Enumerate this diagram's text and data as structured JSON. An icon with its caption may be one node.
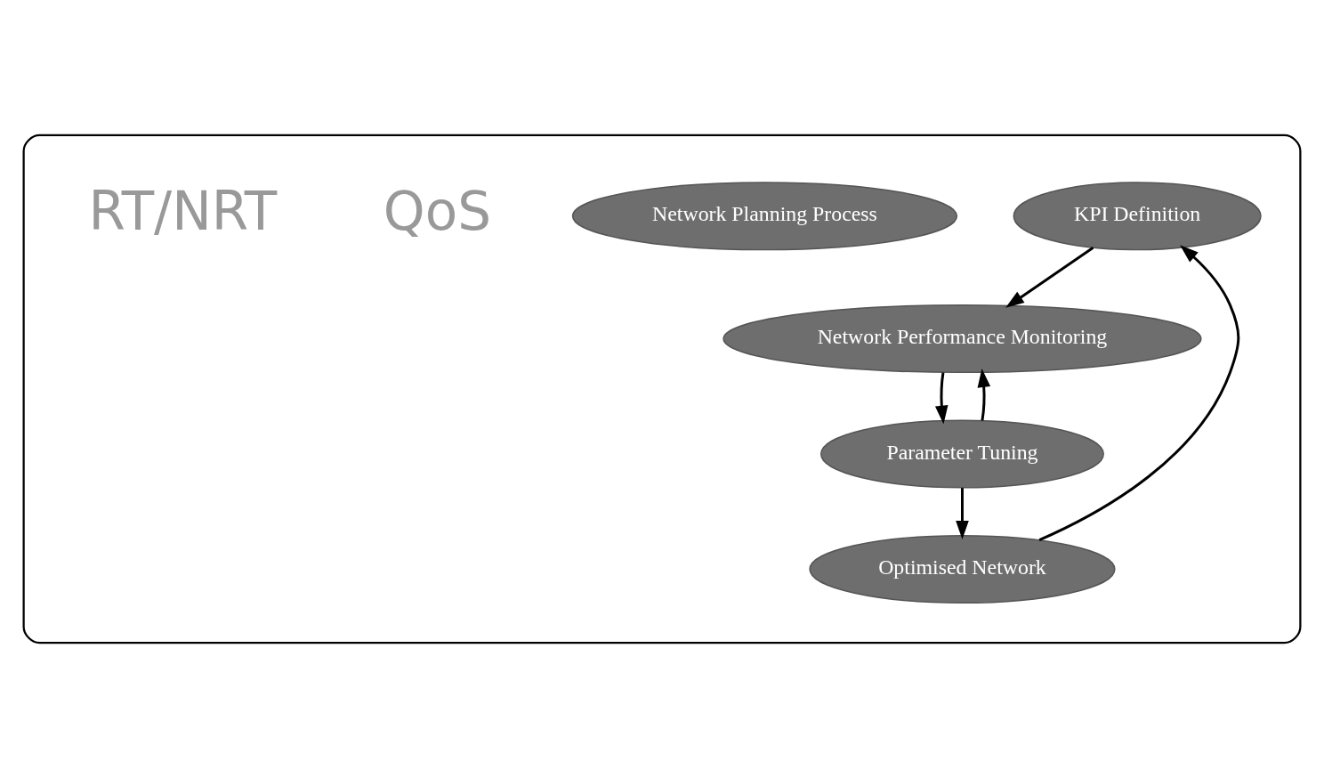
{
  "diagram": {
    "nodes": [
      {
        "text": [],
        "shape": "ellipse"
      },
      {
        "text": [
          "KPI Definition"
        ],
        "in": 0
      },
      {
        "text": [
          "Network Performance Monitoring"
        ],
        "in": 0
      },
      {
        "text": [
          "Parameter Tuning"
        ],
        "in": 0
      },
      {
        "text": [
          "Network Planning Process"
        ],
        "in": 0
      },
      {
        "text": [
          "Optimised Network"
        ],
        "in": 0
      }
    ],
    "edges": [
      {
        "from": 1,
        "to": 2,
        "arrow": "to"
      },
      {
        "from": 2,
        "to": 3,
        "arrow": "to"
      },
      {
        "from": 3,
        "to": 2,
        "arrow": "to"
      },
      {
        "from": 3,
        "to": 5,
        "arrow": "to"
      },
      {
        "from": 5,
        "to": 1,
        "arrow": "to"
      }
    ],
    "labels": [
      "QoS",
      "RT/NRT"
    ]
  }
}
